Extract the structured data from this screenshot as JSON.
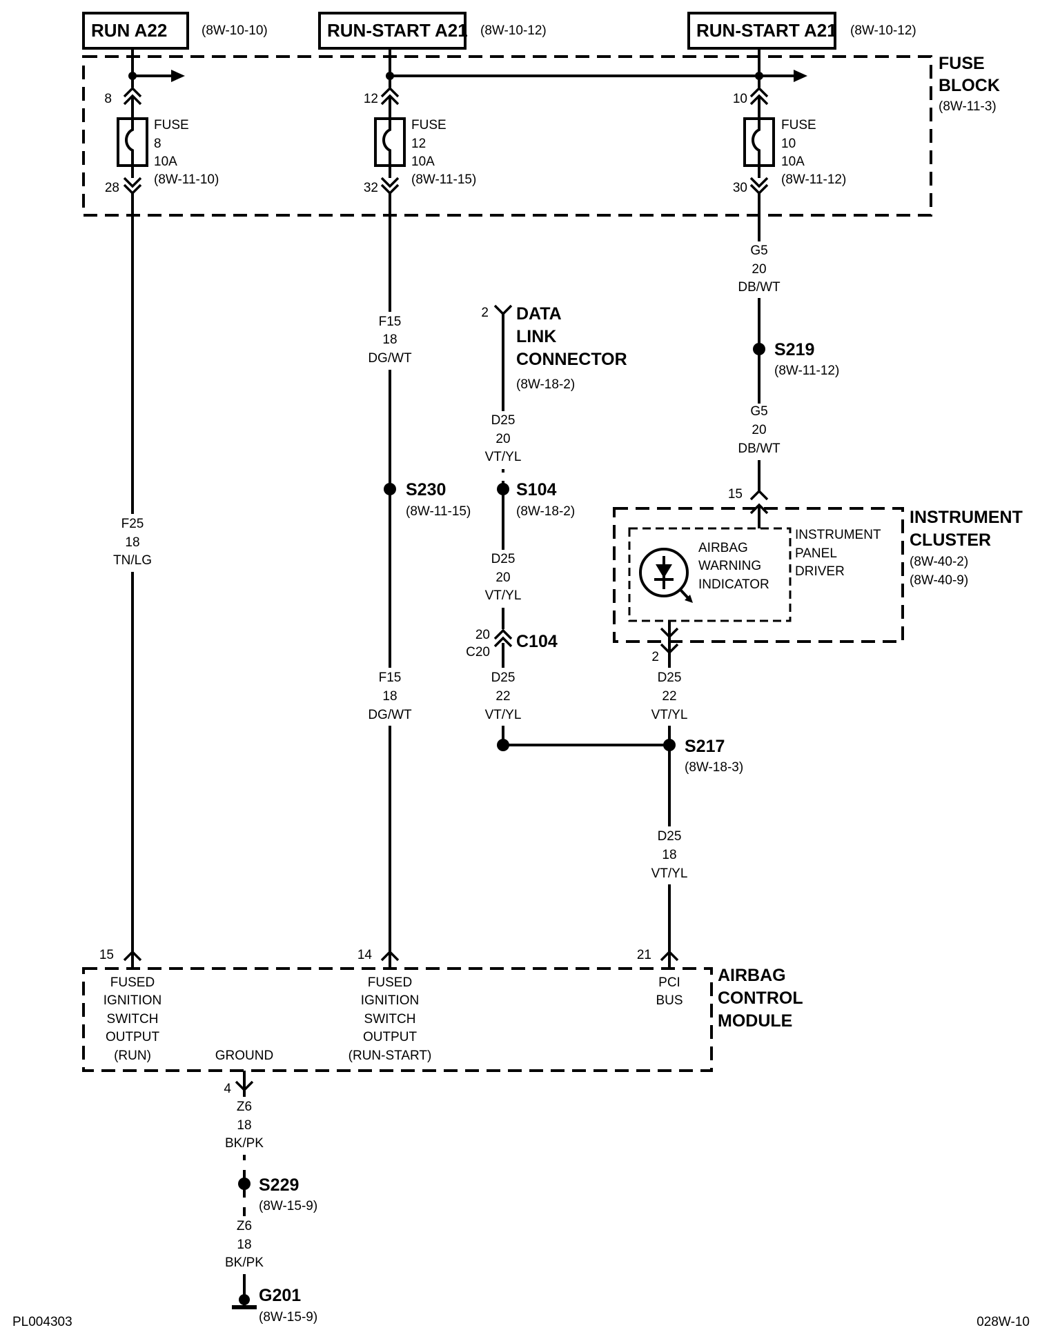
{
  "sources": [
    {
      "label": "RUN A22",
      "ref": "(8W-10-10)"
    },
    {
      "label": "RUN-START A21",
      "ref": "(8W-10-12)"
    },
    {
      "label": "RUN-START A21",
      "ref": "(8W-10-12)"
    }
  ],
  "fuse_block": {
    "title_line1": "FUSE",
    "title_line2": "BLOCK",
    "ref": "(8W-11-3)"
  },
  "fuses": [
    {
      "in_pin": "8",
      "out_pin": "28",
      "line1": "FUSE",
      "line2": "8",
      "line3": "10A",
      "ref": "(8W-11-10)"
    },
    {
      "in_pin": "12",
      "out_pin": "32",
      "line1": "FUSE",
      "line2": "12",
      "line3": "10A",
      "ref": "(8W-11-15)"
    },
    {
      "in_pin": "10",
      "out_pin": "30",
      "line1": "FUSE",
      "line2": "10",
      "line3": "10A",
      "ref": "(8W-11-12)"
    }
  ],
  "wire_labels": {
    "g5_top": {
      "circuit": "G5",
      "gauge": "20",
      "color": "DB/WT"
    },
    "g5_mid": {
      "circuit": "G5",
      "gauge": "20",
      "color": "DB/WT"
    },
    "f15_top": {
      "circuit": "F15",
      "gauge": "18",
      "color": "DG/WT"
    },
    "f15_bot": {
      "circuit": "F15",
      "gauge": "18",
      "color": "DG/WT"
    },
    "f25": {
      "circuit": "F25",
      "gauge": "18",
      "color": "TN/LG"
    },
    "d25_a": {
      "circuit": "D25",
      "gauge": "20",
      "color": "VT/YL"
    },
    "d25_b": {
      "circuit": "D25",
      "gauge": "20",
      "color": "VT/YL"
    },
    "d25_c": {
      "circuit": "D25",
      "gauge": "22",
      "color": "VT/YL"
    },
    "d25_d": {
      "circuit": "D25",
      "gauge": "22",
      "color": "VT/YL"
    },
    "d25_e": {
      "circuit": "D25",
      "gauge": "18",
      "color": "VT/YL"
    },
    "z6_a": {
      "circuit": "Z6",
      "gauge": "18",
      "color": "BK/PK"
    },
    "z6_b": {
      "circuit": "Z6",
      "gauge": "18",
      "color": "BK/PK"
    }
  },
  "data_link": {
    "pin": "2",
    "line1": "DATA",
    "line2": "LINK",
    "line3": "CONNECTOR",
    "ref": "(8W-18-2)"
  },
  "splices": {
    "s219": {
      "name": "S219",
      "ref": "(8W-11-12)"
    },
    "s230": {
      "name": "S230",
      "ref": "(8W-11-15)"
    },
    "s104": {
      "name": "S104",
      "ref": "(8W-18-2)"
    },
    "s217": {
      "name": "S217",
      "ref": "(8W-18-3)"
    },
    "s229": {
      "name": "S229",
      "ref": "(8W-15-9)"
    }
  },
  "connector_c104": {
    "name": "C104",
    "pin_top": "20",
    "pin_bottom": "C20"
  },
  "instrument_cluster": {
    "title_line1": "INSTRUMENT",
    "title_line2": "CLUSTER",
    "ref1": "(8W-40-2)",
    "ref2": "(8W-40-9)",
    "pin_in": "15",
    "pin_out": "2",
    "indicator_line1": "AIRBAG",
    "indicator_line2": "WARNING",
    "indicator_line3": "INDICATOR",
    "driver_line1": "INSTRUMENT",
    "driver_line2": "PANEL",
    "driver_line3": "DRIVER"
  },
  "airbag_module": {
    "title_line1": "AIRBAG",
    "title_line2": "CONTROL",
    "title_line3": "MODULE",
    "pin15": "15",
    "pin14": "14",
    "pin21": "21",
    "pin4": "4",
    "run_lines": [
      "FUSED",
      "IGNITION",
      "SWITCH",
      "OUTPUT",
      "(RUN)"
    ],
    "runstart_lines": [
      "FUSED",
      "IGNITION",
      "SWITCH",
      "OUTPUT",
      "(RUN-START)"
    ],
    "pci_lines": [
      "PCI",
      "BUS"
    ],
    "ground_label": "GROUND"
  },
  "ground": {
    "name": "G201",
    "ref": "(8W-15-9)"
  },
  "footer": {
    "left": "PL004303",
    "right": "028W-10"
  }
}
